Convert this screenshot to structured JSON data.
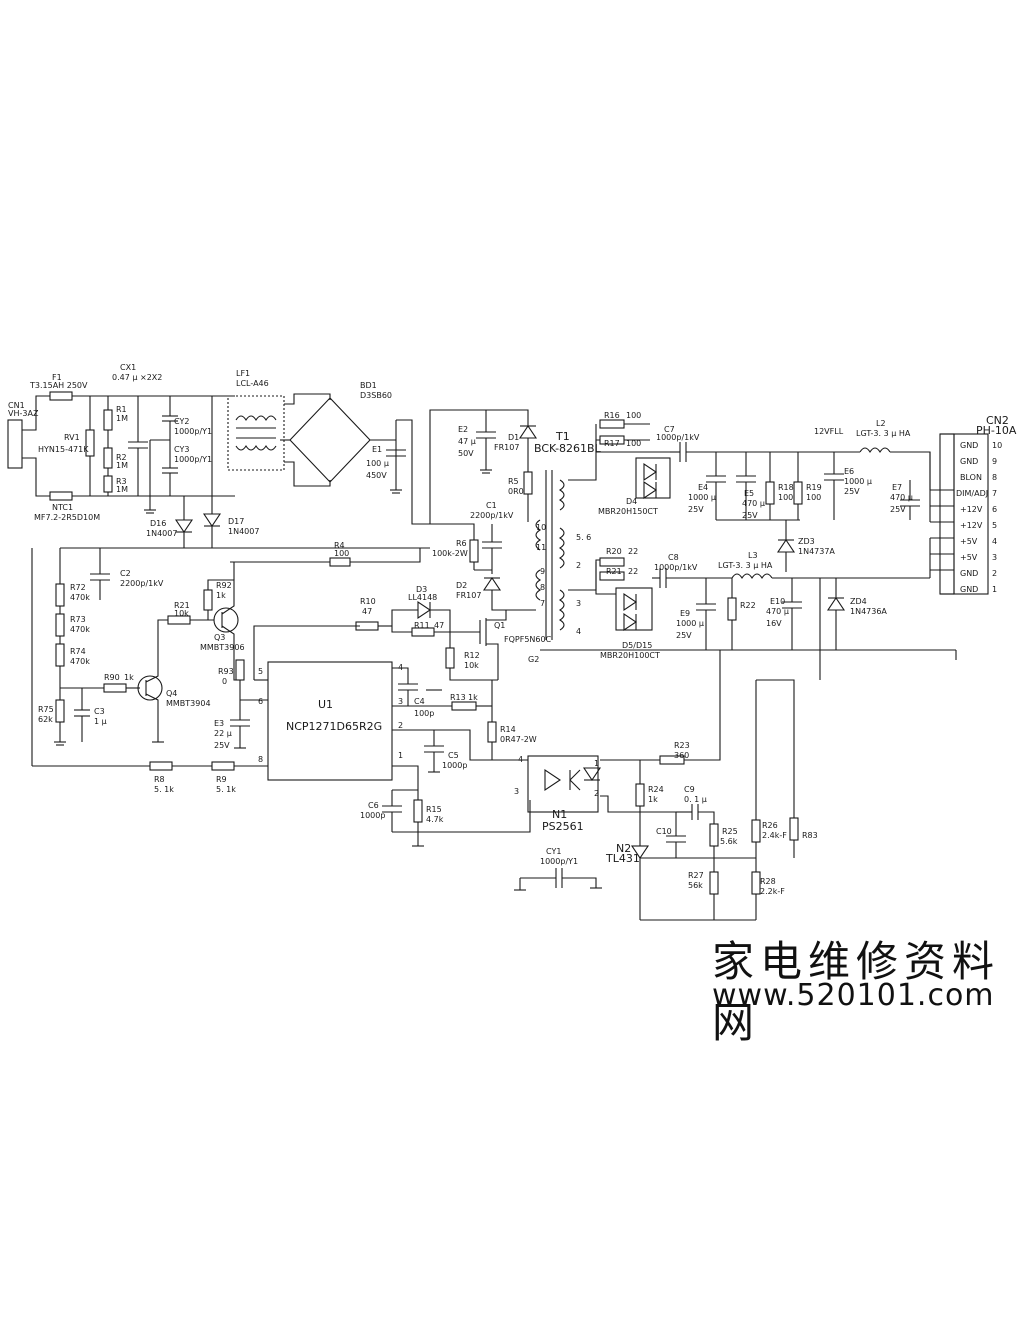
{
  "labels": {
    "cn1": "CN1",
    "cn1_type": "VH-3AZ",
    "f1": "F1",
    "f1_val": "T3.15AH 250V",
    "cx1": "CX1",
    "cx1_val": "0.47 μ ×2X2",
    "rv1": "RV1",
    "rv1_val": "HYN15-471K",
    "r1": "R1",
    "r1_val": "1M",
    "r2": "R2",
    "r2_val": "1M",
    "r3": "R3",
    "r3_val": "1M",
    "cy2": "CY2",
    "cy2_val": "1000p/Y1",
    "cy3": "CY3",
    "cy3_val": "1000p/Y1",
    "ntc1": "NTC1",
    "ntc1_val": "MF7.2-2R5D10M",
    "lf1": "LF1",
    "lf1_val": "LCL-A46",
    "bd1": "BD1",
    "bd1_val": "D3SB60",
    "e1": "E1",
    "e1_val": "100 μ",
    "e1_v": "450V",
    "d16": "D16",
    "d16_val": "1N4007",
    "d17": "D17",
    "d17_val": "1N4007",
    "e2": "E2",
    "e2_val": "47 μ",
    "e2_v": "50V",
    "d1": "D1",
    "d1_val": "FR107",
    "r5": "R5",
    "r5_val": "0R0",
    "t1": "T1",
    "t1_val": "BCK-8261BL",
    "r16": "R16",
    "r16_val": "100",
    "r17": "R17",
    "r17_val": "100",
    "c7": "C7",
    "c7_val": "1000p/1kV",
    "d4": "D4",
    "d4_val": "MBR20H150CT",
    "e4": "E4",
    "e4_val": "1000 μ",
    "e4_v": "25V",
    "e5": "E5",
    "e5_val": "470 μ",
    "e5_v": "25V",
    "r18": "R18",
    "r18_val": "100",
    "r19": "R19",
    "r19_val": "100",
    "net_12vfll": "12VFLL",
    "e6": "E6",
    "e6_val": "1000 μ",
    "e6_v": "25V",
    "l2": "L2",
    "l2_val": "LGT-3. 3 μ HA",
    "e7": "E7",
    "e7_val": "470 μ",
    "e7_v": "25V",
    "zd3": "ZD3",
    "zd3_val": "1N4737A",
    "cn2": "CN2",
    "cn2_type": "PH-10A",
    "cn2_pins": [
      {
        "num": "10",
        "name": "GND"
      },
      {
        "num": "9",
        "name": "GND"
      },
      {
        "num": "8",
        "name": "BLON"
      },
      {
        "num": "7",
        "name": "DIM/ADJ"
      },
      {
        "num": "6",
        "name": "+12V"
      },
      {
        "num": "5",
        "name": "+12V"
      },
      {
        "num": "4",
        "name": "+5V"
      },
      {
        "num": "3",
        "name": "+5V"
      },
      {
        "num": "2",
        "name": "GND"
      },
      {
        "num": "1",
        "name": "GND"
      }
    ],
    "r4": "R4",
    "r4_val": "100",
    "c1": "C1",
    "c1_val": "2200p/1kV",
    "r6": "R6",
    "r6_val": "100k-2W",
    "d2": "D2",
    "d2_val": "FR107",
    "wind_a": "10",
    "wind_b": "11",
    "wind_c": "9",
    "wind_d": "8",
    "wind_e": "7",
    "wind_f": "5. 6",
    "wind_g": "2",
    "wind_h": "3",
    "wind_i": "4",
    "r20": "R20",
    "r20_val": "22",
    "r21": "R21",
    "r21_val": "22",
    "c8": "C8",
    "c8_val": "1000p/1kV",
    "l3": "L3",
    "l3_val": "LGT-3. 3 μ HA",
    "e9": "E9",
    "e9_val": "1000 μ",
    "e9_v": "25V",
    "r22": "R22",
    "e10": "E10",
    "e10_val": "470 μ",
    "e10_v": "16V",
    "zd4": "ZD4",
    "zd4_val": "1N4736A",
    "d5": "D5/D15",
    "d5_val": "MBR20H100CT",
    "c2": "C2",
    "c2_val": "2200p/1kV",
    "r72": "R72",
    "r72_val": "470k",
    "r73": "R73",
    "r73_val": "470k",
    "r74": "R74",
    "r74_val": "470k",
    "r75": "R75",
    "r75_val": "62k",
    "r92": "R92",
    "r92_val": "1k",
    "r21b": "R21",
    "r21b_val": "10k",
    "q3": "Q3",
    "q3_val": "MMBT3906",
    "r90": "R90",
    "r90_val": "1k",
    "q4": "Q4",
    "q4_val": "MMBT3904",
    "c3": "C3",
    "c3_val": "1 μ",
    "r93": "R93",
    "r93_val": "0",
    "e3": "E3",
    "e3_val": "22 μ",
    "e3_v": "25V",
    "r10": "R10",
    "r10_val": "47",
    "d3": "D3",
    "d3_val": "LL4148",
    "r11": "R11",
    "r11_val": "47",
    "q1": "Q1",
    "q1_val": "FQPF5N60C",
    "r12": "R12",
    "r12_val": "10k",
    "g2": "G2",
    "u1": "U1",
    "u1_val": "NCP1271D65R2G",
    "u1_pins": [
      "5",
      "6",
      "8",
      "4",
      "3",
      "2",
      "1"
    ],
    "c4": "C4",
    "c4_val": "100p",
    "r13": "R13",
    "r13_val": "1k",
    "r14": "R14",
    "r14_val": "0R47-2W",
    "c5": "C5",
    "c5_val": "1000p",
    "r8": "R8",
    "r8_val": "5. 1k",
    "r9": "R9",
    "r9_val": "5. 1k",
    "c6": "C6",
    "c6_val": "1000p",
    "r15": "R15",
    "r15_val": "4.7k",
    "n1": "N1",
    "n1_val": "PS2561",
    "n1_pins": [
      "4",
      "3",
      "1",
      "2"
    ],
    "r23": "R23",
    "r23_val": "360",
    "r24": "R24",
    "r24_val": "1k",
    "c9": "C9",
    "c9_val": "0. 1 μ",
    "c10": "C10",
    "r25": "R25",
    "r25_val": "5.6k",
    "r26": "R26",
    "r26_val": "2.4k-F",
    "r83": "R83",
    "n2": "N2",
    "n2_val": "TL431",
    "r27": "R27",
    "r27_val": "56k",
    "r28": "R28",
    "r28_val": "2.2k-F",
    "cy1": "CY1",
    "cy1_val": "1000p/Y1",
    "watermark_cn": "家电维修资料网",
    "watermark_url": "www.520101.com"
  }
}
